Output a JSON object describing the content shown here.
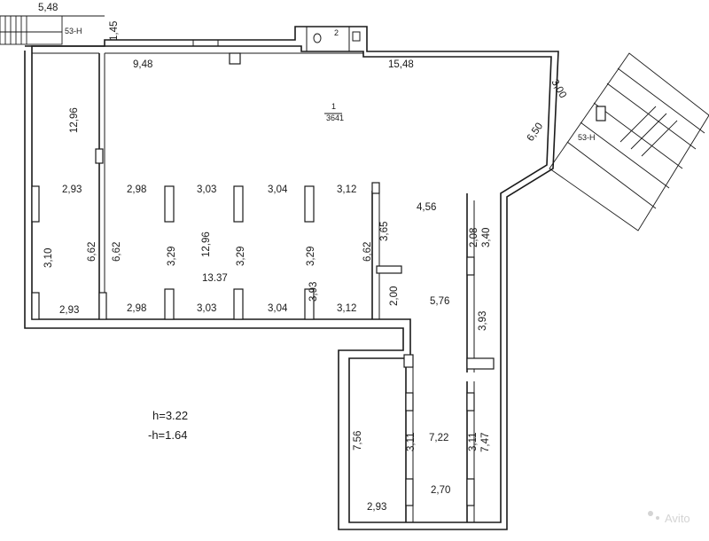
{
  "labels": {
    "top_left_dim": "5,48",
    "stair_left_tag": "53-Н",
    "dim_1_45": "1,45",
    "room2": "2",
    "dim_9_48": "9,48",
    "dim_15_48": "15,48",
    "dim_3_00": "3,00",
    "room1_num": "1",
    "room1_area": "3641",
    "dim_12_96_left": "12,96",
    "dim_6_50": "6,50",
    "stair_right_tag": "53-Н",
    "row1": [
      "2,93",
      "2,98",
      "3,03",
      "3,04",
      "3,12"
    ],
    "dim_4_56": "4,56",
    "dim_3_65": "3,65",
    "dim_2_08": "2,08",
    "dim_3_40": "3,40",
    "dim_3_10": "3,10",
    "dim_6_62_a": "6,62",
    "dim_6_62_b": "6,62",
    "dim_3_29_a": "3,29",
    "dim_12_96_mid": "12,96",
    "dim_3_29_b": "3,29",
    "dim_3_29_c": "3,29",
    "dim_6_62_c": "6,62",
    "dim_13_37": "13.37",
    "dim_3_93_a": "3,93",
    "dim_2_00": "2,00",
    "dim_5_76": "5,76",
    "row2": [
      "2,93",
      "2,98",
      "3,03",
      "3,04",
      "3,12"
    ],
    "dim_3_93_b": "3,93",
    "height_a": "h=3.22",
    "height_b": "-h=1.64",
    "dim_7_56": "7,56",
    "dim_3_11_a": "3,11",
    "dim_7_22": "7,22",
    "dim_3_11_b": "3,11",
    "dim_7_47": "7,47",
    "dim_2_70": "2,70",
    "dim_2_93_bottom": "2,93",
    "watermark": "Avito"
  }
}
